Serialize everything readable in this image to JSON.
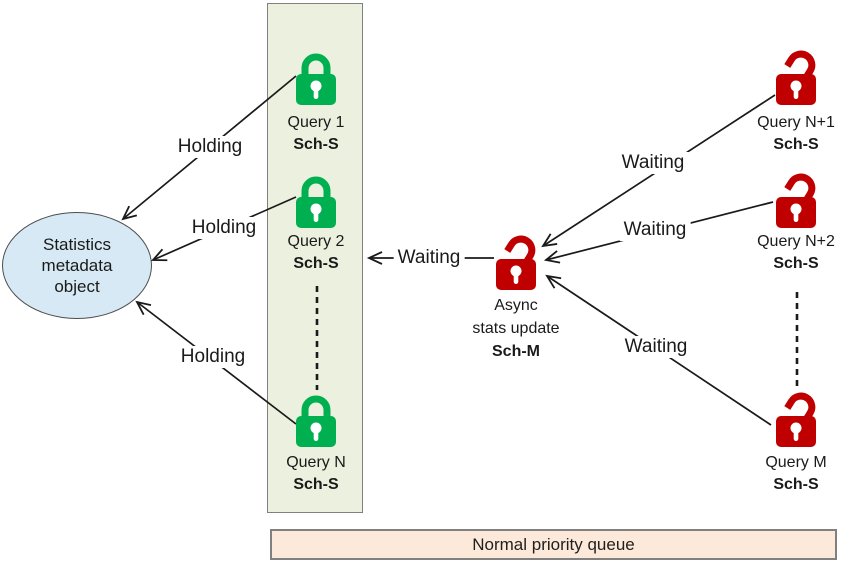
{
  "diagram": {
    "metadata_object": {
      "line1": "Statistics",
      "line2": "metadata",
      "line3": "object"
    },
    "holders_panel": {
      "queries": [
        {
          "label": "Query 1",
          "lock": "Sch-S"
        },
        {
          "label": "Query 2",
          "lock": "Sch-S"
        },
        {
          "label": "Query N",
          "lock": "Sch-S"
        }
      ]
    },
    "async_update": {
      "line1": "Async",
      "line2": "stats update",
      "lock": "Sch-M"
    },
    "waiters": [
      {
        "label": "Query N+1",
        "lock": "Sch-S"
      },
      {
        "label": "Query N+2",
        "lock": "Sch-S"
      },
      {
        "label": "Query M",
        "lock": "Sch-S"
      }
    ],
    "labels": {
      "holding": "Holding",
      "waiting": "Waiting"
    },
    "queue_bar": {
      "label": "Normal priority queue"
    },
    "colors": {
      "held_lock_green": "#00B050",
      "waiting_lock_red": "#C00000",
      "panel_fill": "#EBF1DE",
      "ellipse_fill": "#D6E9F4",
      "queue_fill": "#FDE9D9",
      "border_gray": "#808080",
      "arrow_black": "#1a1a1a"
    }
  }
}
